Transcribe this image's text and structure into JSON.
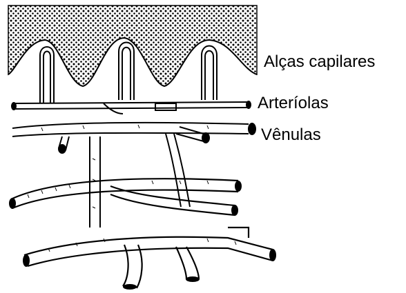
{
  "labels": {
    "capillary_loops": "Alças capilares",
    "arterioles": "Arteríolas",
    "venules": "Vênulas"
  },
  "colors": {
    "ink": "#000000",
    "background": "#ffffff"
  }
}
